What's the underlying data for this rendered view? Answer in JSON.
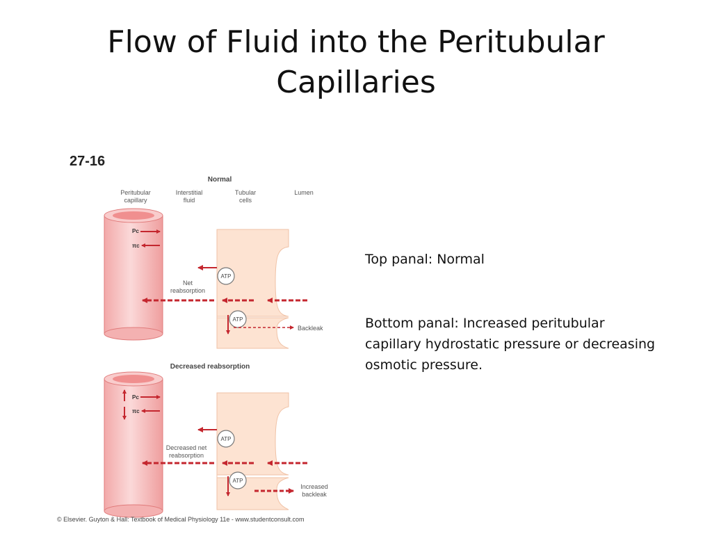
{
  "slide": {
    "title_line1": "Flow of Fluid into the Peritubular",
    "title_line2": "Capillaries",
    "top_note": "Top panal: Normal",
    "bottom_note": "Bottom panal: Increased peritubular capillary hydrostatic pressure or decreasing osmotic pressure."
  },
  "figure": {
    "number": "27-16",
    "top_panel": {
      "title": "Normal",
      "col_capillary_1": "Peritubular",
      "col_capillary_2": "capillary",
      "col_interstitial_1": "Interstitial",
      "col_interstitial_2": "fluid",
      "col_tubular_1": "Tubular",
      "col_tubular_2": "cells",
      "col_lumen": "Lumen",
      "pc": "Pc",
      "pi": "πc",
      "atp": "ATP",
      "net_1": "Net",
      "net_2": "reabsorption",
      "backleak": "Backleak"
    },
    "bottom_panel": {
      "title": "Decreased reabsorption",
      "pc": "Pc",
      "pi": "πc",
      "atp": "ATP",
      "net_1": "Decreased net",
      "net_2": "reabsorption",
      "backleak_1": "Increased",
      "backleak_2": "backleak"
    },
    "credit": "© Elsevier. Guyton & Hall: Textbook of Medical Physiology 11e - www.studentconsult.com"
  },
  "colors": {
    "capillary_fill": "#f7c4c4",
    "capillary_edge": "#e07b7b",
    "cell_fill": "#fde3d2",
    "cell_edge": "#f0c2a6",
    "arrow": "#c4262e",
    "label": "#555555"
  }
}
